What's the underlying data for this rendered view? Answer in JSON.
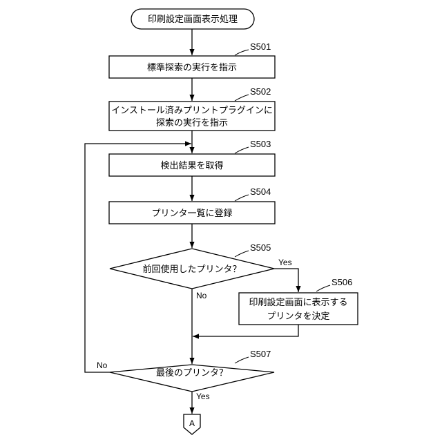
{
  "start": {
    "label": "印刷設定画面表示処理"
  },
  "steps": {
    "s501": {
      "id": "S501",
      "text": "標準探索の実行を指示"
    },
    "s502": {
      "id": "S502",
      "line1": "インストール済みプリントプラグインに",
      "line2": "探索の実行を指示"
    },
    "s503": {
      "id": "S503",
      "text": "検出結果を取得"
    },
    "s504": {
      "id": "S504",
      "text": "プリンタ一覧に登録"
    },
    "s505": {
      "id": "S505",
      "text": "前回使用したプリンタ？",
      "yes": "Yes",
      "no": "No"
    },
    "s506": {
      "id": "S506",
      "line1": "印刷設定画面に表示する",
      "line2": "プリンタを決定"
    },
    "s507": {
      "id": "S507",
      "text": "最後のプリンタ？",
      "yes": "Yes",
      "no": "No"
    }
  },
  "connector": {
    "label": "A"
  }
}
